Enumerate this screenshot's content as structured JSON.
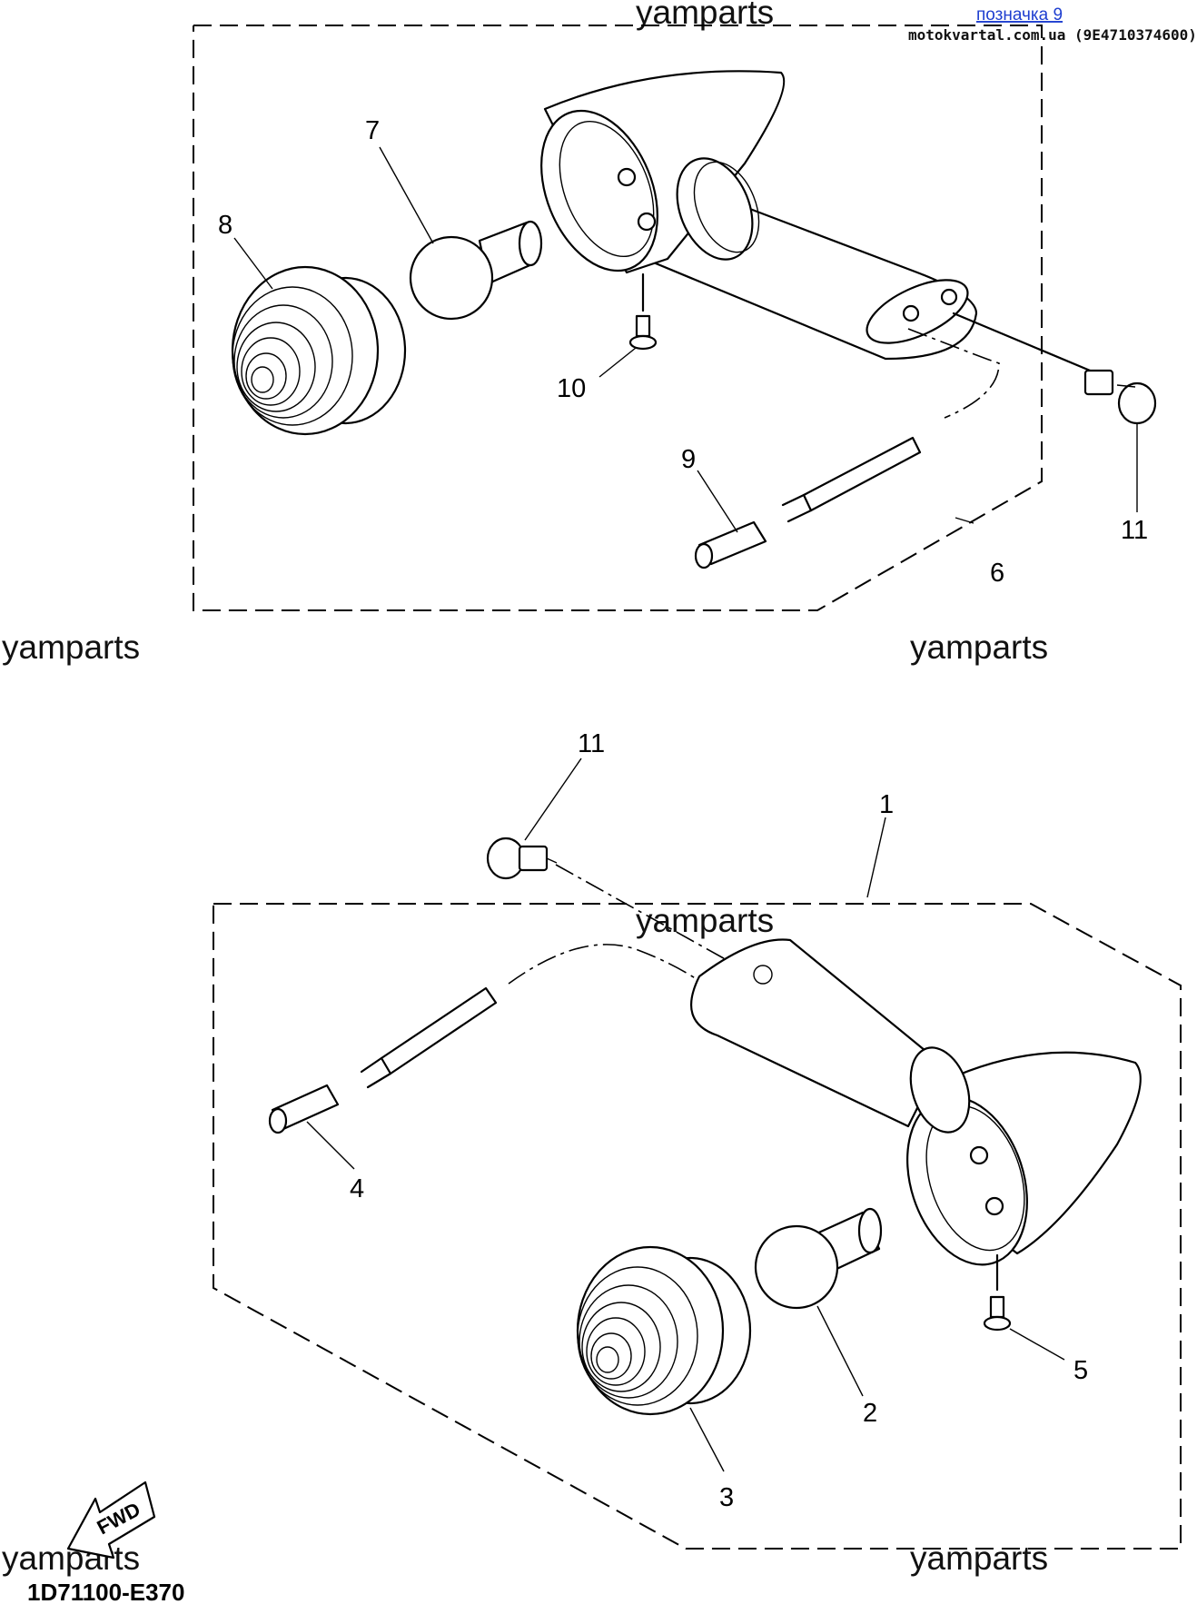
{
  "header": {
    "bookmark_link": "позначка 9",
    "source_line": "motokvartal.com.ua (9E4710374600)"
  },
  "watermarks": {
    "text": "yamparts"
  },
  "drawing": {
    "code": "1D71100-E370",
    "fwd_label": "FWD"
  },
  "callouts": {
    "c1": "1",
    "c2": "2",
    "c3": "3",
    "c4": "4",
    "c5": "5",
    "c6": "6",
    "c7": "7",
    "c8": "8",
    "c9": "9",
    "c10": "10",
    "c11_top": "11",
    "c11_bottom": "11"
  }
}
